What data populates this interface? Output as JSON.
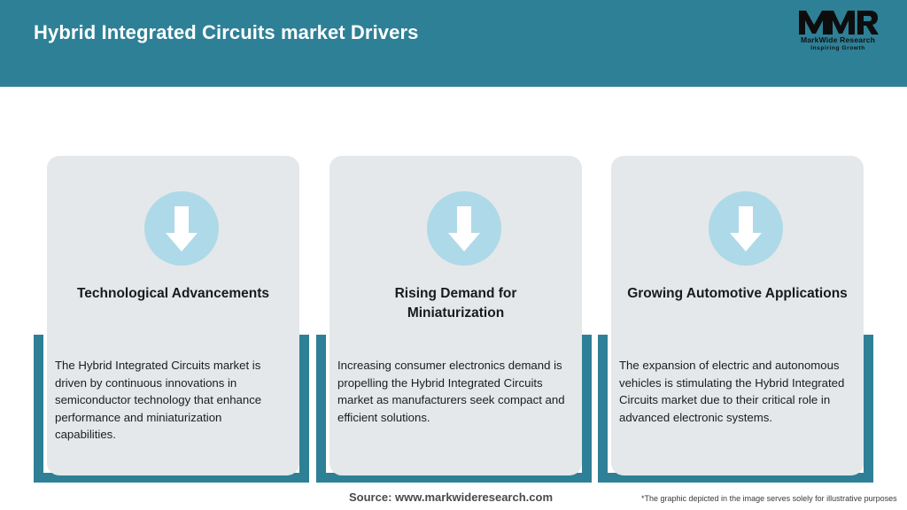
{
  "header": {
    "title": "Hybrid Integrated Circuits market Drivers",
    "background_color": "#2e8096",
    "title_color": "#ffffff"
  },
  "logo": {
    "mark": "MWR",
    "name": "MarkWide Research",
    "tagline": "Inspiring Growth"
  },
  "cards": [
    {
      "icon": "down-arrow-icon",
      "title": "Technological Advancements",
      "body": "The Hybrid Integrated Circuits market is driven by continuous innovations in semiconductor technology that enhance performance and miniaturization capabilities."
    },
    {
      "icon": "down-arrow-icon",
      "title": "Rising Demand for Miniaturization",
      "body": "Increasing consumer electronics demand is propelling the Hybrid Integrated Circuits market as manufacturers seek compact and efficient solutions."
    },
    {
      "icon": "down-arrow-icon",
      "title": "Growing Automotive Applications",
      "body": "The expansion of electric and autonomous vehicles is stimulating the Hybrid Integrated Circuits market due to their critical role in advanced electronic systems."
    }
  ],
  "footer": {
    "source": "Source: www.markwideresearch.com",
    "disclaimer": "*The graphic depicted in the image serves solely for illustrative purposes"
  },
  "colors": {
    "teal": "#2e8096",
    "card_background": "#e4e8ea",
    "icon_circle": "#aed9e8",
    "page_background": "#ffffff"
  }
}
